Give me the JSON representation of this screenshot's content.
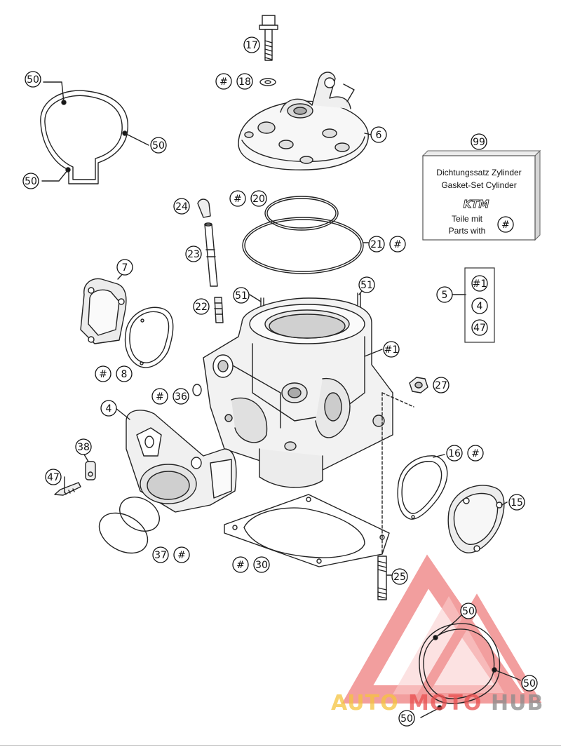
{
  "diagram": {
    "kit_box": {
      "part_number": "99",
      "line1": "Dichtungssatz Zylinder",
      "line2": "Gasket-Set Cylinder",
      "brand": "KTM",
      "line3": "Teile mit",
      "line4": "Parts with",
      "marker": "#"
    },
    "group_box": {
      "part_number": "5",
      "items": [
        "#1",
        "4",
        "47"
      ]
    },
    "callouts": [
      {
        "id": "c17",
        "label": "17"
      },
      {
        "id": "c18",
        "label": "18",
        "hash": true
      },
      {
        "id": "c6",
        "label": "6"
      },
      {
        "id": "c50a",
        "label": "50"
      },
      {
        "id": "c50b",
        "label": "50"
      },
      {
        "id": "c50c",
        "label": "50"
      },
      {
        "id": "c20",
        "label": "20",
        "hash": true
      },
      {
        "id": "c21",
        "label": "21",
        "hash": true
      },
      {
        "id": "c24",
        "label": "24"
      },
      {
        "id": "c23",
        "label": "23"
      },
      {
        "id": "c7",
        "label": "7"
      },
      {
        "id": "c51a",
        "label": "51"
      },
      {
        "id": "c51b",
        "label": "51"
      },
      {
        "id": "c22",
        "label": "22"
      },
      {
        "id": "c1",
        "label": "#1"
      },
      {
        "id": "c8",
        "label": "8",
        "hash": true
      },
      {
        "id": "c36",
        "label": "36",
        "hash": true
      },
      {
        "id": "c27",
        "label": "27"
      },
      {
        "id": "c4",
        "label": "4"
      },
      {
        "id": "c38",
        "label": "38"
      },
      {
        "id": "c16",
        "label": "16",
        "hash": true
      },
      {
        "id": "c47",
        "label": "47"
      },
      {
        "id": "c15",
        "label": "15"
      },
      {
        "id": "c37",
        "label": "37",
        "hash": true
      },
      {
        "id": "c30",
        "label": "30",
        "hash": true
      },
      {
        "id": "c25",
        "label": "25"
      },
      {
        "id": "c50d",
        "label": "50"
      },
      {
        "id": "c50e",
        "label": "50"
      },
      {
        "id": "c50f",
        "label": "50"
      }
    ],
    "watermark": {
      "word1": "AUTO",
      "word2": "MOTO",
      "word3": "HUB",
      "color1": "#f5c43f",
      "color2": "#e94f4f",
      "color3": "#8a8a8a"
    }
  }
}
